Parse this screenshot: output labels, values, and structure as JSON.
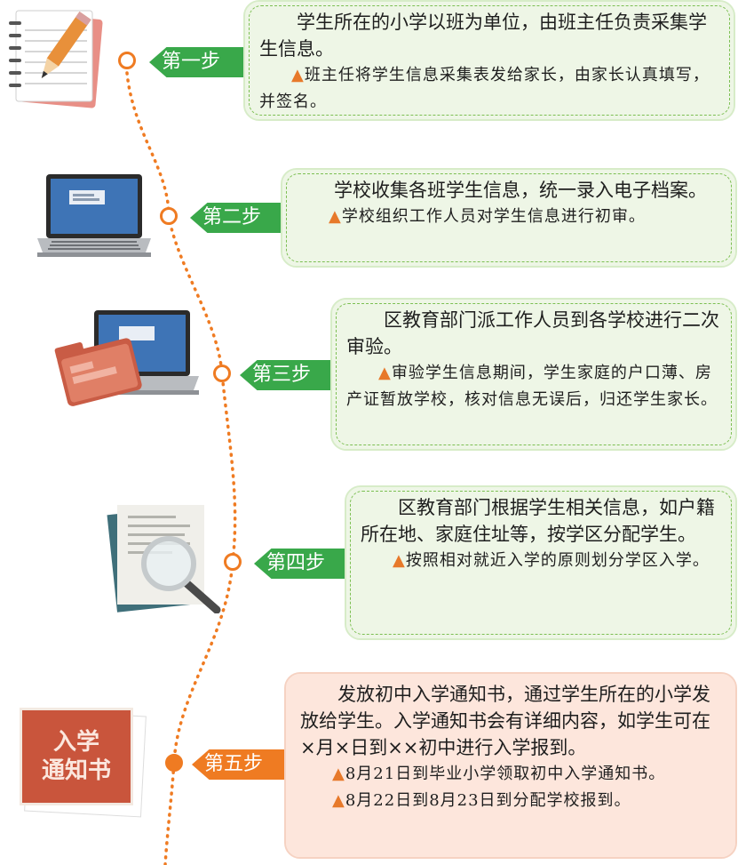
{
  "colors": {
    "green": "#39a84a",
    "orange": "#ef7b22",
    "box_green": "#eef6e6",
    "box_orange": "#fde6dc",
    "triangle": "#e7792a"
  },
  "steps": [
    {
      "label": "第一步",
      "icon": "notepad-pencil-icon",
      "main": "学生所在的小学以班为单位，由班主任负责采集学生信息。",
      "note": "班主任将学生信息采集表发给家长，由家长认真填写，并签名。"
    },
    {
      "label": "第二步",
      "icon": "laptop-icon",
      "main": "学校收集各班学生信息，统一录入电子档案。",
      "note": "学校组织工作人员对学生信息进行初审。"
    },
    {
      "label": "第三步",
      "icon": "laptop-folder-icon",
      "main": "区教育部门派工作人员到各学校进行二次审验。",
      "note": "审验学生信息期间，学生家庭的户口薄、房产证暂放学校，核对信息无误后，归还学生家长。"
    },
    {
      "label": "第四步",
      "icon": "magnifier-document-icon",
      "main": "区教育部门根据学生相关信息，如户籍所在地、家庭住址等，按学区分配学生。",
      "note": "按照相对就近入学的原则划分学区入学。"
    },
    {
      "label": "第五步",
      "icon": "admission-notice-icon",
      "main": "发放初中入学通知书，通过学生所在的小学发放给学生。入学通知书会有详细内容，如学生可在×月×日到××初中进行入学报到。",
      "notes": [
        "8月21日到毕业小学领取初中入学通知书。",
        "8月22日到8月23日到分配学校报到。"
      ]
    }
  ],
  "triangle_glyph": "▲",
  "notice_card": {
    "line1": "入学",
    "line2": "通知书"
  }
}
